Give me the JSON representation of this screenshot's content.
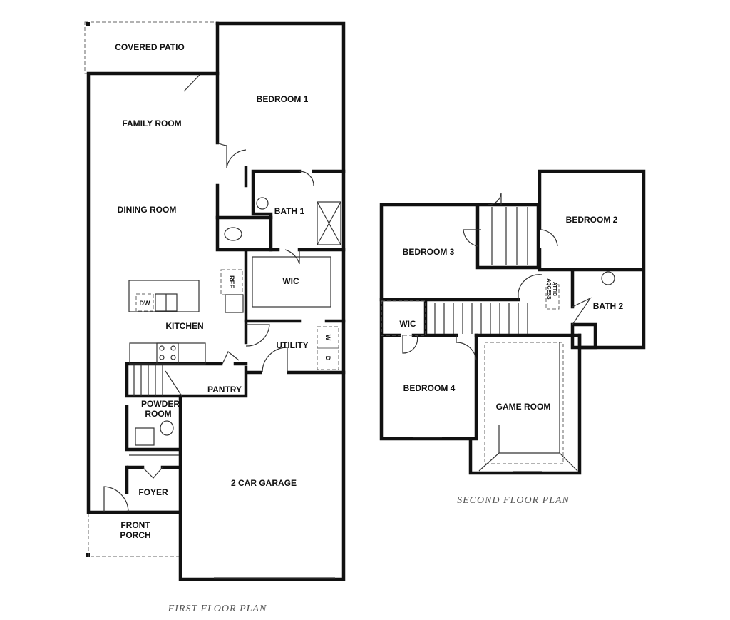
{
  "first_floor": {
    "caption": "FIRST FLOOR PLAN",
    "rooms": {
      "covered_patio": "COVERED PATIO",
      "bedroom_1": "BEDROOM 1",
      "family_room": "FAMILY ROOM",
      "dining_room": "DINING ROOM",
      "bath_1": "BATH 1",
      "wic": "WIC",
      "kitchen": "KITCHEN",
      "utility": "UTILITY",
      "pantry": "PANTRY",
      "powder_room_1": "POWDER",
      "powder_room_2": "ROOM",
      "foyer": "FOYER",
      "front_porch_1": "FRONT",
      "front_porch_2": "PORCH",
      "garage": "2 CAR GARAGE"
    },
    "fixtures": {
      "ref": "REF",
      "dw": "DW",
      "washer": "W",
      "dryer": "D"
    }
  },
  "second_floor": {
    "caption": "SECOND FLOOR PLAN",
    "rooms": {
      "bedroom_2": "BEDROOM 2",
      "bedroom_3": "BEDROOM 3",
      "bath_2": "BATH 2",
      "wic": "WIC",
      "bedroom_4": "BEDROOM 4",
      "game_room": "GAME ROOM"
    },
    "fixtures": {
      "attic_1": "ATTIC",
      "attic_2": "ACCESS"
    }
  }
}
